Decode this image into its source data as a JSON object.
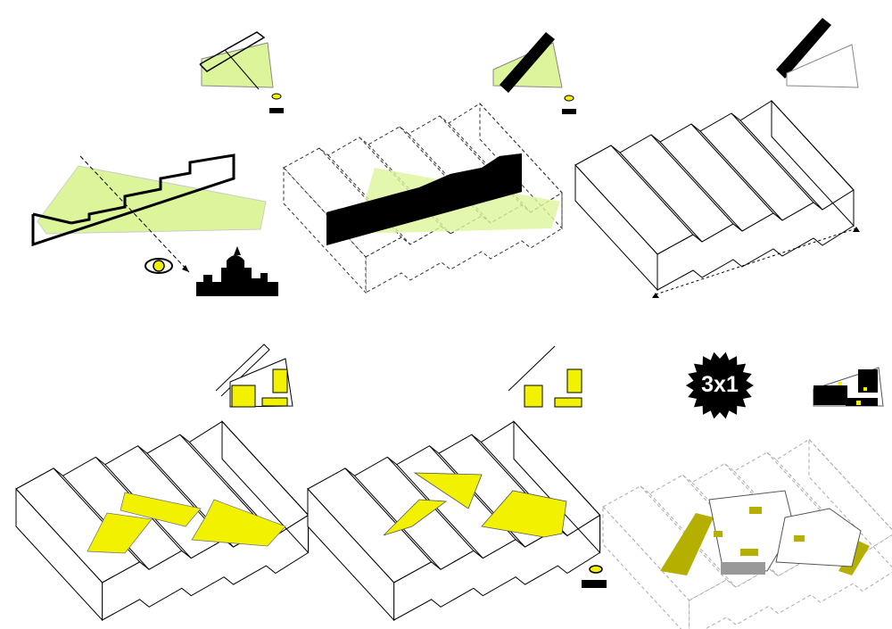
{
  "badge": {
    "label": "3x1"
  },
  "colors": {
    "green": "#dcf59a",
    "yellow": "#f2f200",
    "olive": "#b5b000",
    "black": "#000000"
  },
  "panels": [
    "site-view-axis",
    "barrier-wall",
    "folded-roof-mass",
    "courtyards-cut",
    "courtyards-slanted",
    "three-by-one-combined"
  ]
}
